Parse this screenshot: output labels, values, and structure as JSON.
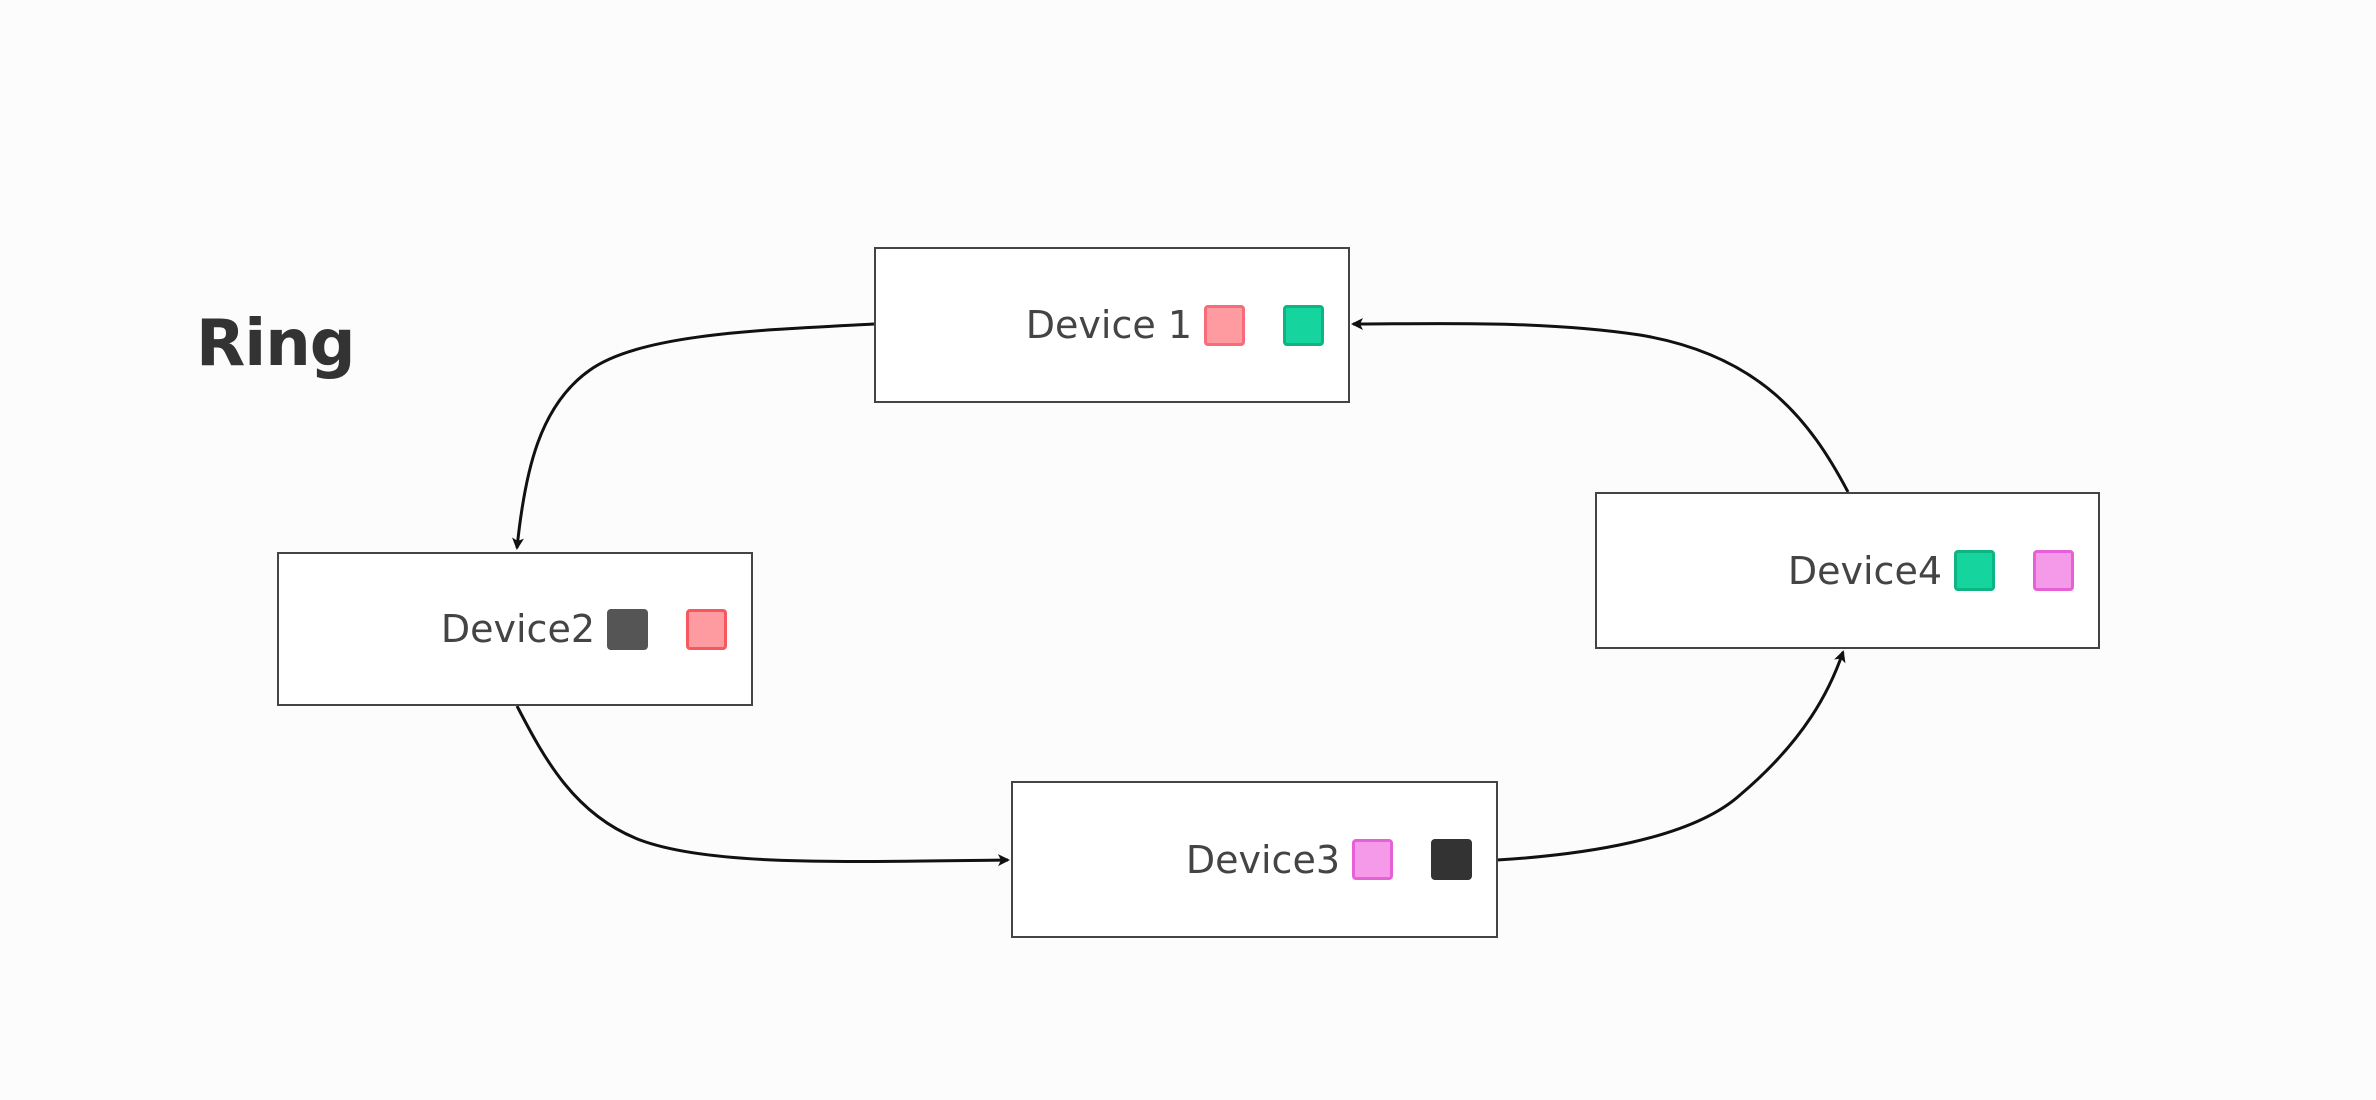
{
  "title": "Ring",
  "colors": {
    "background": "#fcfcfc",
    "pink": "#fd9ba0",
    "teal": "#16d49d",
    "magenta": "#f59ae9",
    "dark": "#333333",
    "gray": "#555555"
  },
  "devices": [
    {
      "label": "Device 1",
      "ports": [
        "pink-square",
        "teal-square"
      ]
    },
    {
      "label": "Device2",
      "ports": [
        "gray-square",
        "pink-square"
      ]
    },
    {
      "label": "Device3",
      "ports": [
        "magenta-square",
        "dark-square"
      ]
    },
    {
      "label": "Device4",
      "ports": [
        "teal-square",
        "magenta-square"
      ]
    }
  ],
  "links": [
    {
      "from": "Device 1",
      "to": "Device2"
    },
    {
      "from": "Device2",
      "to": "Device3"
    },
    {
      "from": "Device3",
      "to": "Device4"
    },
    {
      "from": "Device4",
      "to": "Device 1"
    }
  ]
}
